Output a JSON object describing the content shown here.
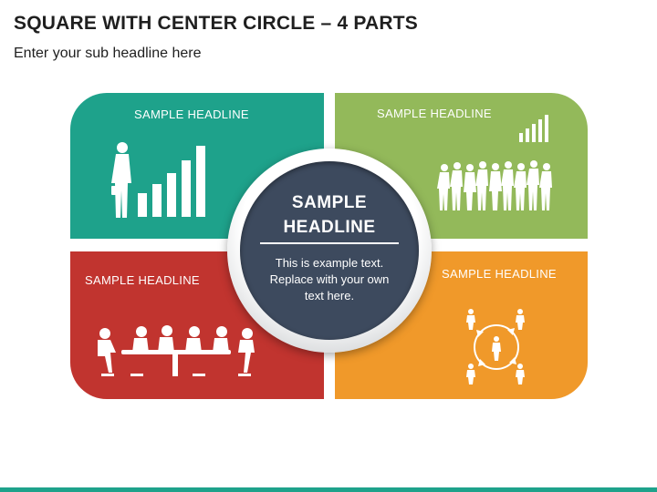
{
  "header": {
    "title": "SQUARE WITH CENTER CIRCLE – 4 PARTS",
    "subtitle": "Enter your sub headline here"
  },
  "quadrants": [
    {
      "position": "top-left",
      "headline": "SAMPLE HEADLINE",
      "color": "#1ea28b",
      "icon": "businessman-growth-bars-icon"
    },
    {
      "position": "top-right",
      "headline": "SAMPLE HEADLINE",
      "color": "#93b95a",
      "icon": "team-group-with-growth-bars-icon"
    },
    {
      "position": "bottom-left",
      "headline": "SAMPLE HEADLINE",
      "color": "#c1342f",
      "icon": "meeting-table-icon"
    },
    {
      "position": "bottom-right",
      "headline": "SAMPLE HEADLINE",
      "color": "#f0992a",
      "icon": "people-cycle-arrows-icon"
    }
  ],
  "center": {
    "headline_line1": "SAMPLE",
    "headline_line2": "HEADLINE",
    "body_line1": "This is example text.",
    "body_line2": "Replace with your own",
    "body_line3": "text here.",
    "color": "#3d4a5e"
  },
  "accent_color": "#1ea28b"
}
